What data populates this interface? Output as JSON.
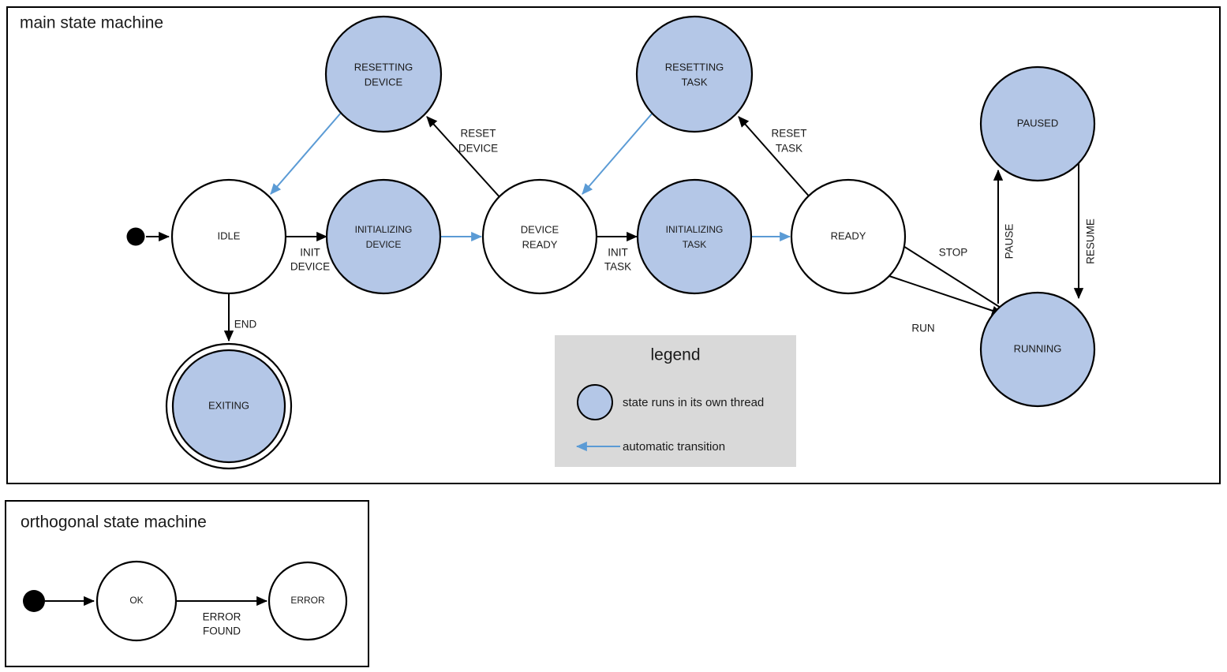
{
  "diagram": {
    "kind": "uml-state-machine",
    "colors": {
      "thread_state_fill": "#b4c7e7",
      "auto_transition": "#5b9bd5",
      "legend_bg": "#d9d9d9",
      "stroke": "#000000",
      "canvas": "#ffffff"
    }
  },
  "main": {
    "title": "main state machine",
    "states": [
      {
        "id": "idle",
        "label_line1": "IDLE",
        "label_line2": "",
        "threaded": false,
        "final": false
      },
      {
        "id": "resetting-device",
        "label_line1": "RESETTING",
        "label_line2": "DEVICE",
        "threaded": true,
        "final": false
      },
      {
        "id": "initializing-device",
        "label_line1": "INITIALIZING",
        "label_line2": "DEVICE",
        "threaded": true,
        "final": false
      },
      {
        "id": "device-ready",
        "label_line1": "DEVICE",
        "label_line2": "READY",
        "threaded": false,
        "final": false
      },
      {
        "id": "resetting-task",
        "label_line1": "RESETTING",
        "label_line2": "TASK",
        "threaded": true,
        "final": false
      },
      {
        "id": "initializing-task",
        "label_line1": "INITIALIZING",
        "label_line2": "TASK",
        "threaded": true,
        "final": false
      },
      {
        "id": "ready",
        "label_line1": "READY",
        "label_line2": "",
        "threaded": false,
        "final": false
      },
      {
        "id": "paused",
        "label_line1": "PAUSED",
        "label_line2": "",
        "threaded": true,
        "final": false
      },
      {
        "id": "running",
        "label_line1": "RUNNING",
        "label_line2": "",
        "threaded": true,
        "final": false
      },
      {
        "id": "exiting",
        "label_line1": "EXITING",
        "label_line2": "",
        "threaded": true,
        "final": true
      }
    ],
    "transitions": [
      {
        "id": "t-start-idle",
        "from": "initial",
        "to": "idle",
        "label_line1": "",
        "label_line2": "",
        "automatic": false
      },
      {
        "id": "t-idle-initdev",
        "from": "idle",
        "to": "initializing-device",
        "label_line1": "INIT",
        "label_line2": "DEVICE",
        "automatic": false
      },
      {
        "id": "t-initdev-devready",
        "from": "initializing-device",
        "to": "device-ready",
        "label_line1": "",
        "label_line2": "",
        "automatic": true
      },
      {
        "id": "t-devready-resetdev",
        "from": "device-ready",
        "to": "resetting-device",
        "label_line1": "RESET",
        "label_line2": "DEVICE",
        "automatic": false
      },
      {
        "id": "t-resetdev-idle",
        "from": "resetting-device",
        "to": "idle",
        "label_line1": "",
        "label_line2": "",
        "automatic": true
      },
      {
        "id": "t-idle-exiting",
        "from": "idle",
        "to": "exiting",
        "label_line1": "END",
        "label_line2": "",
        "automatic": false
      },
      {
        "id": "t-devready-inittask",
        "from": "device-ready",
        "to": "initializing-task",
        "label_line1": "INIT",
        "label_line2": "TASK",
        "automatic": false
      },
      {
        "id": "t-inittask-ready",
        "from": "initializing-task",
        "to": "ready",
        "label_line1": "",
        "label_line2": "",
        "automatic": true
      },
      {
        "id": "t-ready-resettask",
        "from": "ready",
        "to": "resetting-task",
        "label_line1": "RESET",
        "label_line2": "TASK",
        "automatic": false
      },
      {
        "id": "t-resettask-devready",
        "from": "resetting-task",
        "to": "device-ready",
        "label_line1": "",
        "label_line2": "",
        "automatic": true
      },
      {
        "id": "t-ready-running",
        "from": "ready",
        "to": "running",
        "label_line1": "RUN",
        "label_line2": "",
        "automatic": false
      },
      {
        "id": "t-running-ready",
        "from": "running",
        "to": "ready",
        "label_line1": "STOP",
        "label_line2": "",
        "automatic": false
      },
      {
        "id": "t-running-paused",
        "from": "running",
        "to": "paused",
        "label_line1": "PAUSE",
        "label_line2": "",
        "automatic": false
      },
      {
        "id": "t-paused-running",
        "from": "paused",
        "to": "running",
        "label_line1": "RESUME",
        "label_line2": "",
        "automatic": false
      }
    ]
  },
  "legend": {
    "title": "legend",
    "items": [
      {
        "id": "legend-thread",
        "symbol": "filled-circle",
        "text": "state runs in its own thread"
      },
      {
        "id": "legend-automatic",
        "symbol": "left-arrow",
        "text": "automatic transition"
      }
    ]
  },
  "orthogonal": {
    "title": "orthogonal state machine",
    "states": [
      {
        "id": "ok",
        "label_line1": "OK",
        "label_line2": ""
      },
      {
        "id": "error",
        "label_line1": "ERROR",
        "label_line2": ""
      }
    ],
    "transitions": [
      {
        "id": "o-start-ok",
        "from": "initial",
        "to": "ok",
        "label_line1": "",
        "label_line2": ""
      },
      {
        "id": "o-ok-error",
        "from": "ok",
        "to": "error",
        "label_line1": "ERROR",
        "label_line2": "FOUND"
      }
    ]
  }
}
